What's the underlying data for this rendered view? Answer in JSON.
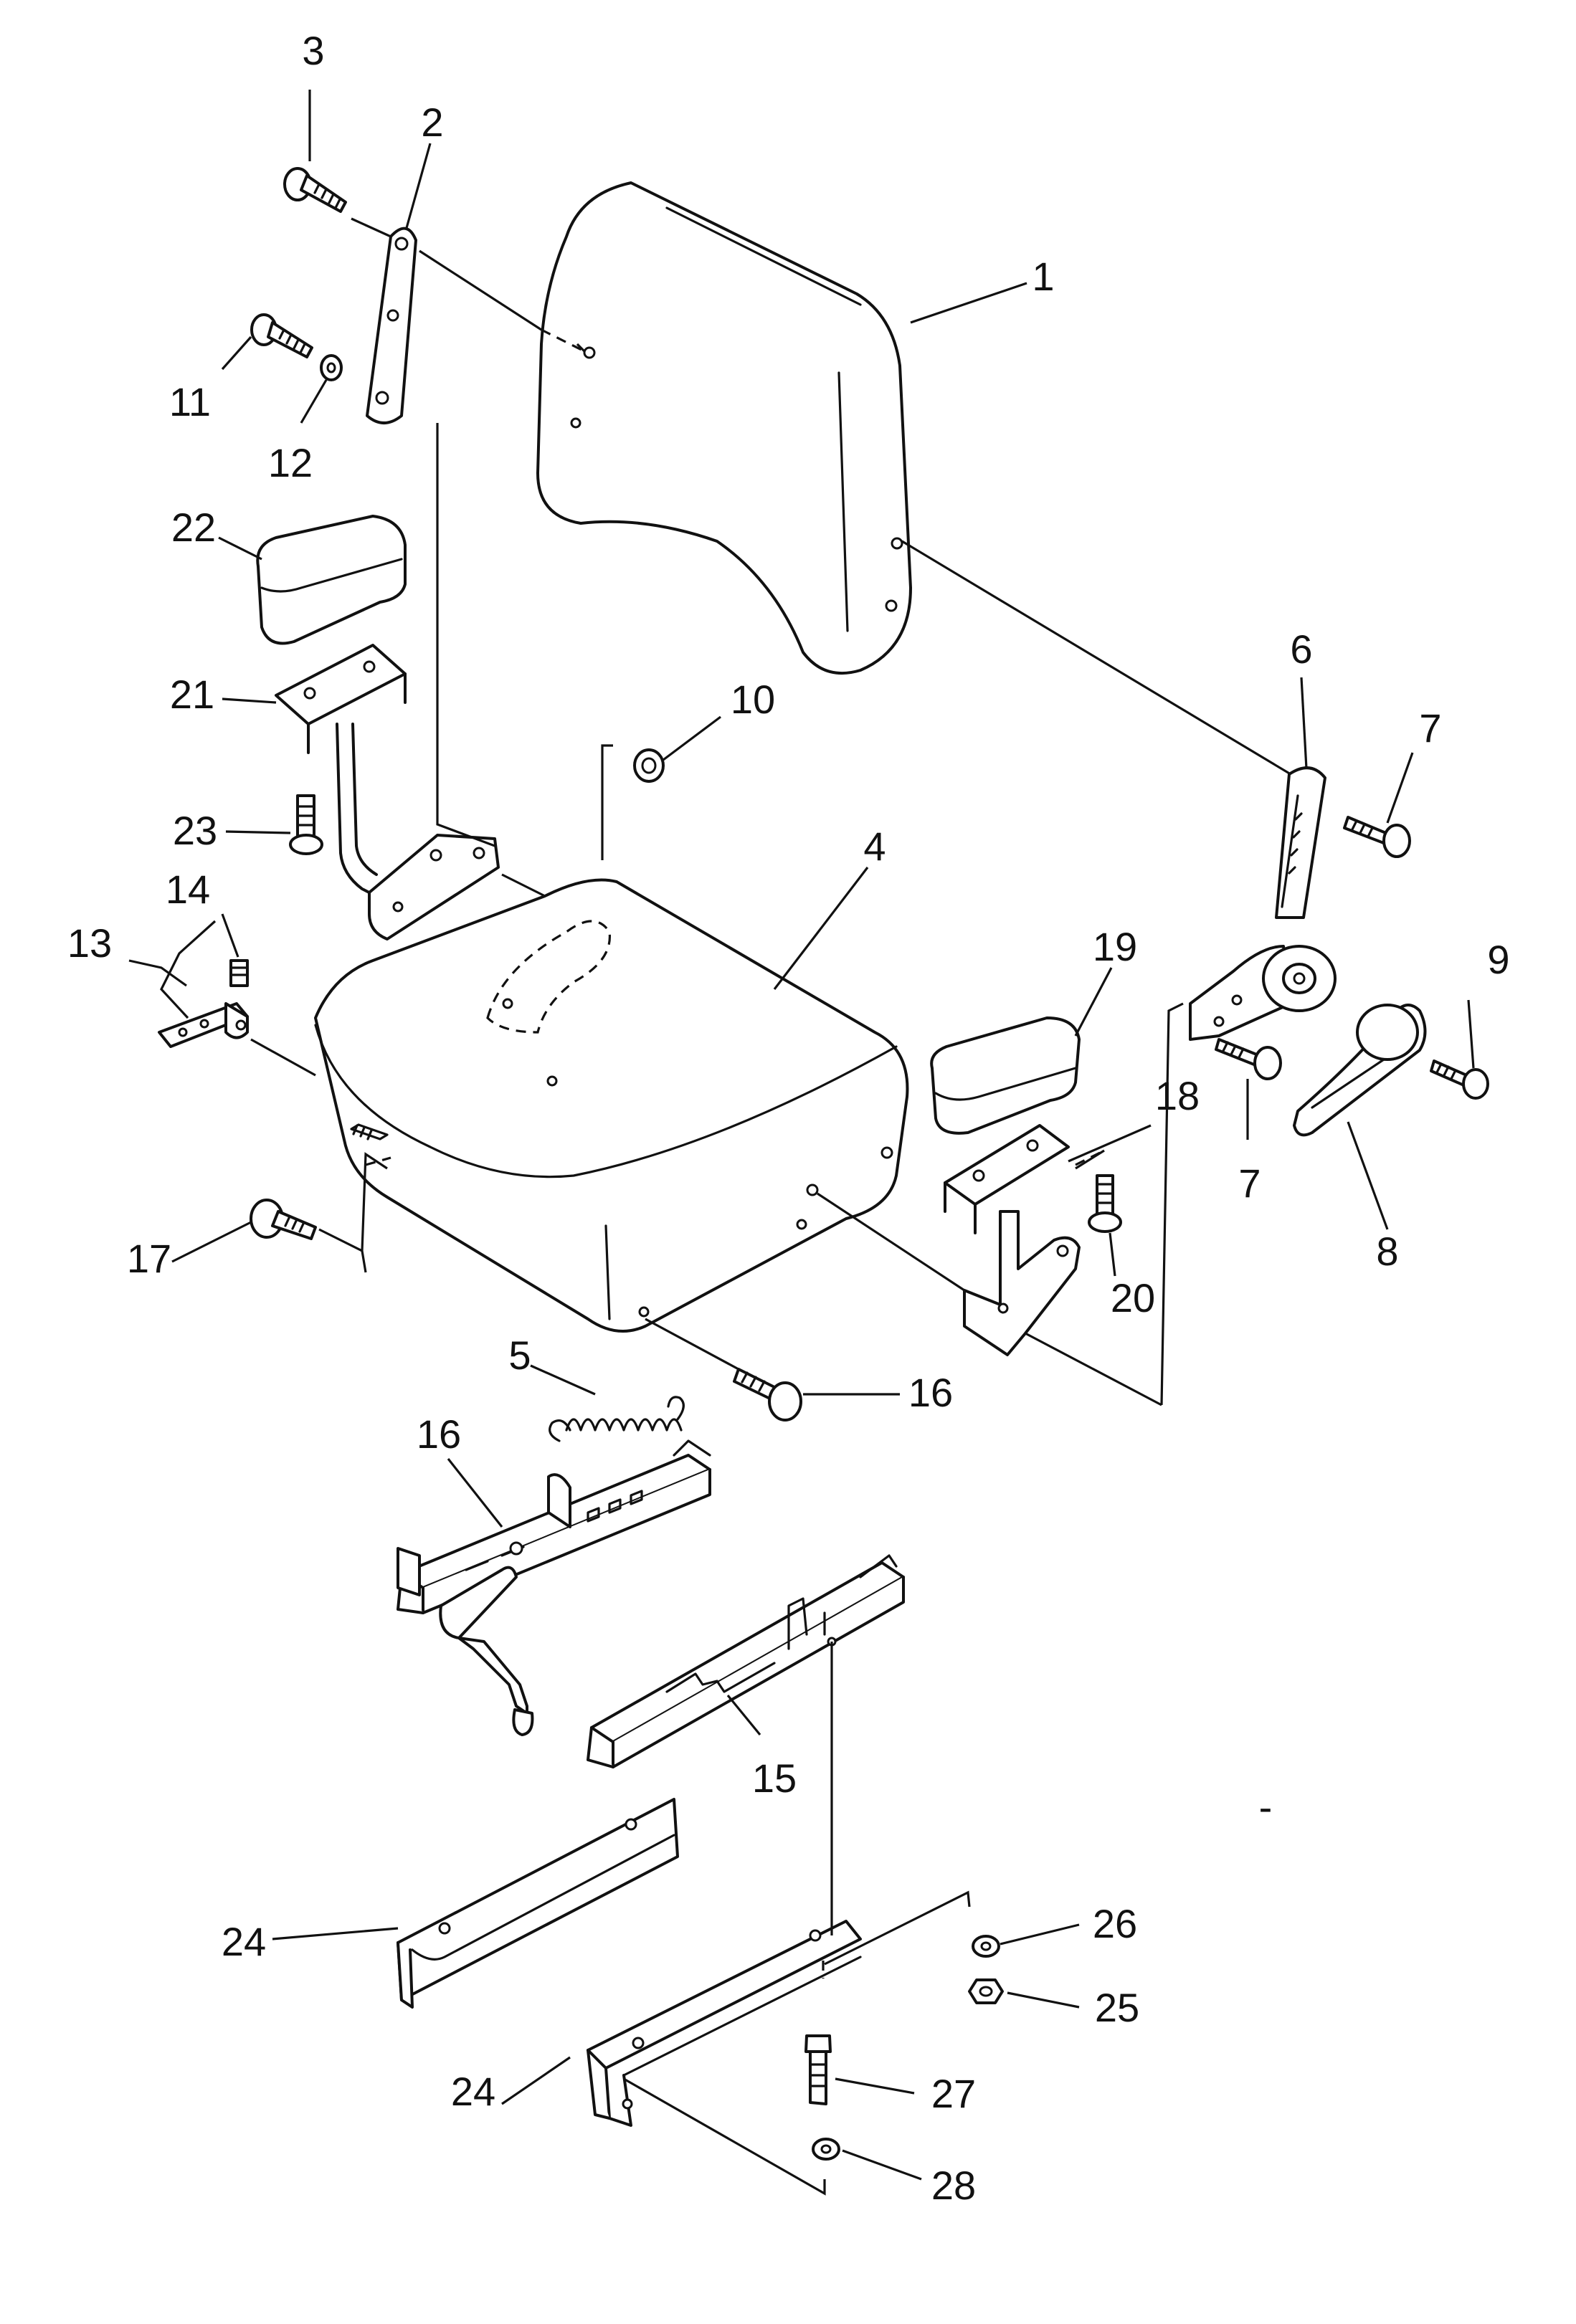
{
  "callouts": {
    "c1": "1",
    "c2": "2",
    "c3": "3",
    "c4": "4",
    "c5": "5",
    "c6": "6",
    "c7a": "7",
    "c7b": "7",
    "c8": "8",
    "c9": "9",
    "c10": "10",
    "c11": "11",
    "c12": "12",
    "c13": "13",
    "c14": "14",
    "c15": "15",
    "c16a": "16",
    "c16b": "16",
    "c17": "17",
    "c18": "18",
    "c19": "19",
    "c20": "20",
    "c21": "21",
    "c22": "22",
    "c23": "23",
    "c24a": "24",
    "c24b": "24",
    "c25": "25",
    "c26": "26",
    "c27": "27",
    "c28": "28"
  },
  "stray_mark": "-"
}
